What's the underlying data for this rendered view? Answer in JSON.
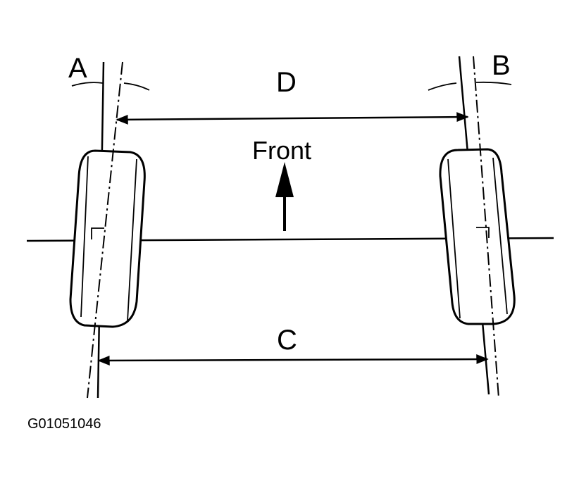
{
  "labels": {
    "toe_left_angle": "A",
    "toe_right_angle": "B",
    "front_distance": "D",
    "rear_distance": "C",
    "direction": "Front"
  },
  "figure_code": "G01051046"
}
